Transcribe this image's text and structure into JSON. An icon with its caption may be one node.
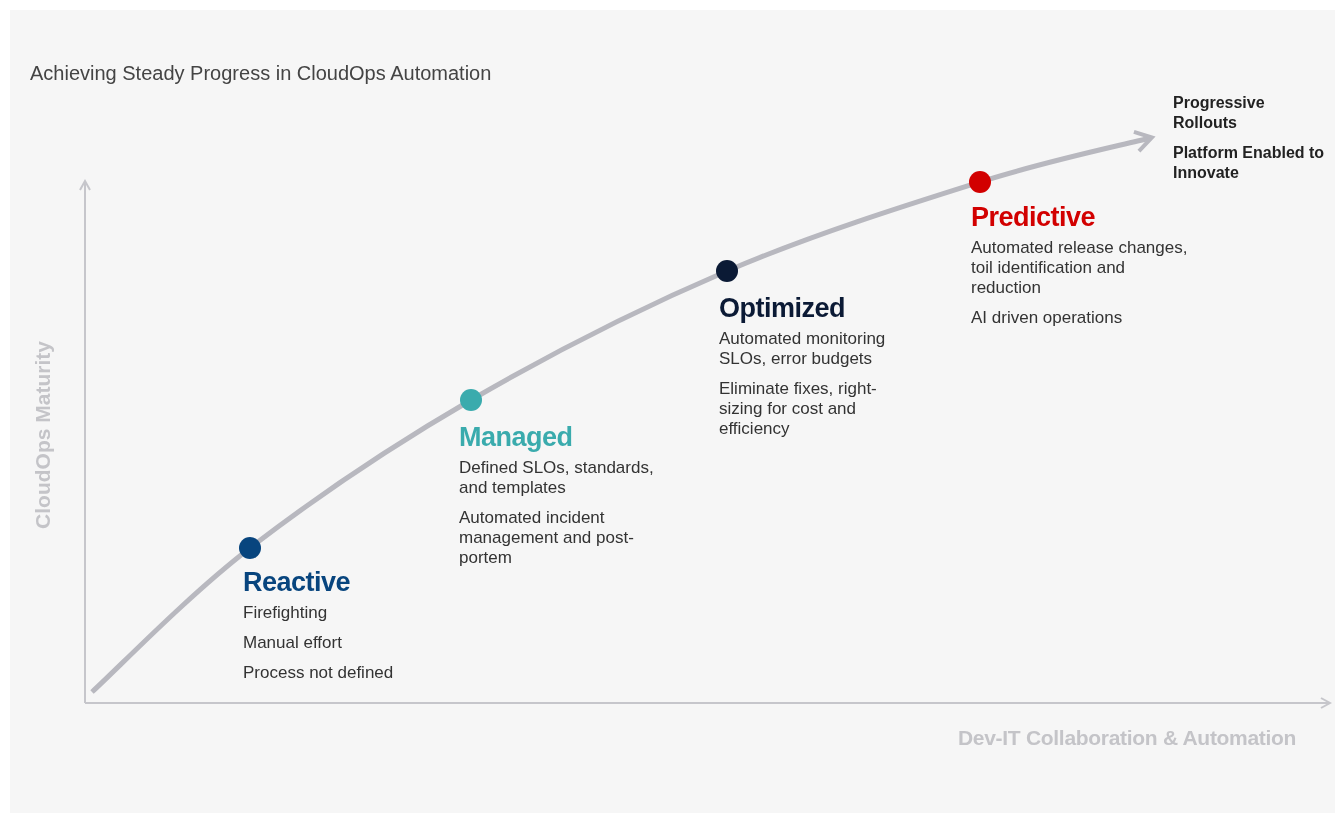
{
  "diagram": {
    "title": "Achieving Steady Progress in CloudOps Automation",
    "nodes": [
      {
        "text": [
          "Reactive",
          "Firefighting",
          "Manual effort",
          "Process not defined"
        ]
      },
      {
        "text": [
          "Managed",
          "Defined SLOs, standards, and templates",
          "Automated incident management and post-portem"
        ]
      },
      {
        "text": [
          "Optimized",
          "Automated monitoring SLOs, error budgets",
          "Eliminate fixes, right-sizing for cost and efficiency"
        ]
      },
      {
        "text": [
          "Predictive",
          "Automated release changes, toil identification and reduction",
          "AI driven operations"
        ]
      }
    ],
    "labels": [
      "Progressive Rollouts",
      "Platform Enabled to Innovate",
      "CloudOps Maturity",
      "Dev-IT Collaboration & Automation"
    ]
  }
}
